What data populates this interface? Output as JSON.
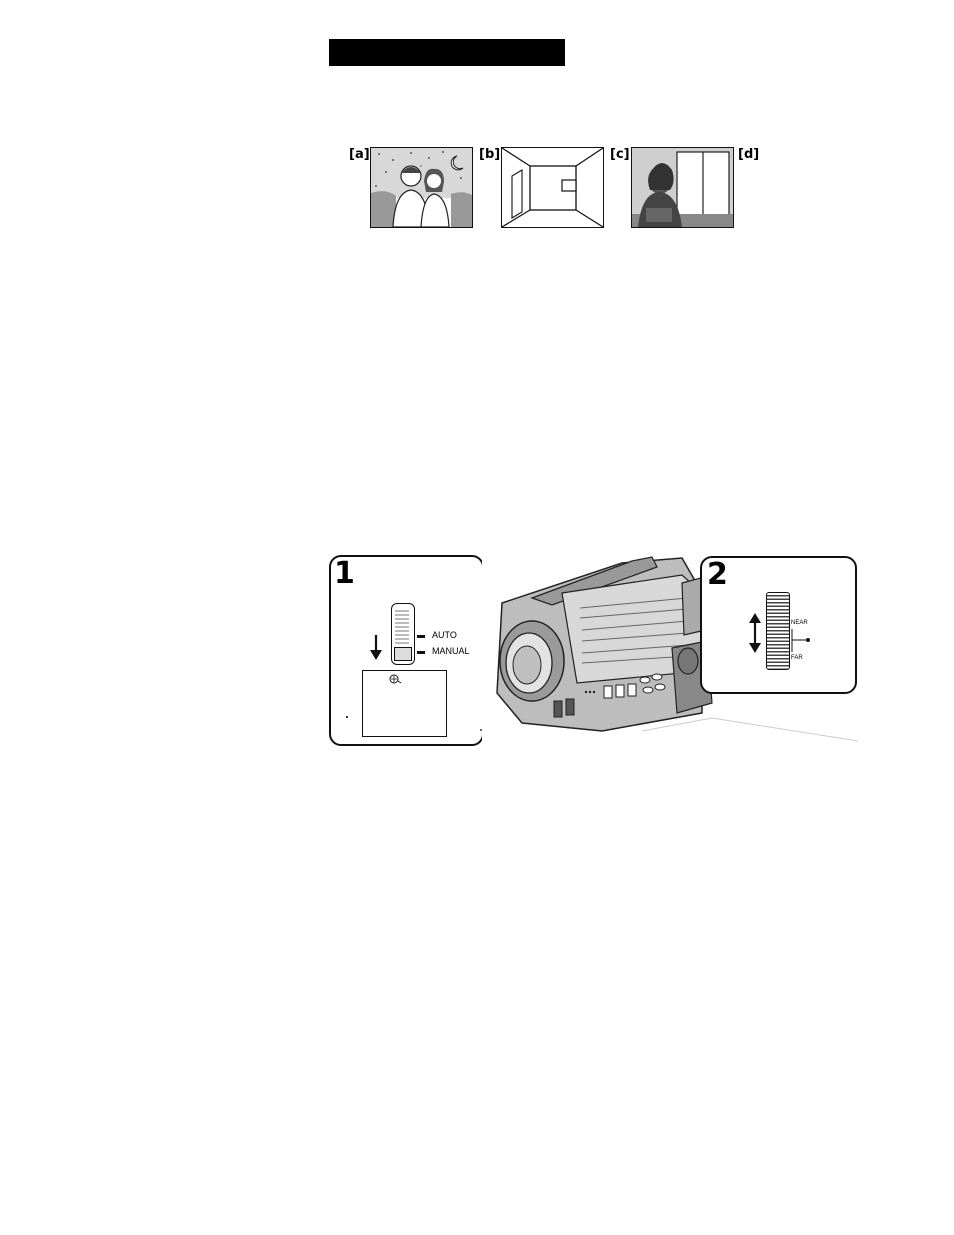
{
  "panels": {
    "a": {
      "label": "[a]"
    },
    "b": {
      "label": "[b]"
    },
    "c": {
      "label": "[c]"
    },
    "d": {
      "label": "[d]"
    }
  },
  "step1": {
    "number": "1",
    "switch_labels": {
      "auto": "AUTO",
      "manual": "MANUAL"
    }
  },
  "step2": {
    "number": "2",
    "dial_labels": {
      "near": "NEAR",
      "far": "FAR"
    }
  }
}
